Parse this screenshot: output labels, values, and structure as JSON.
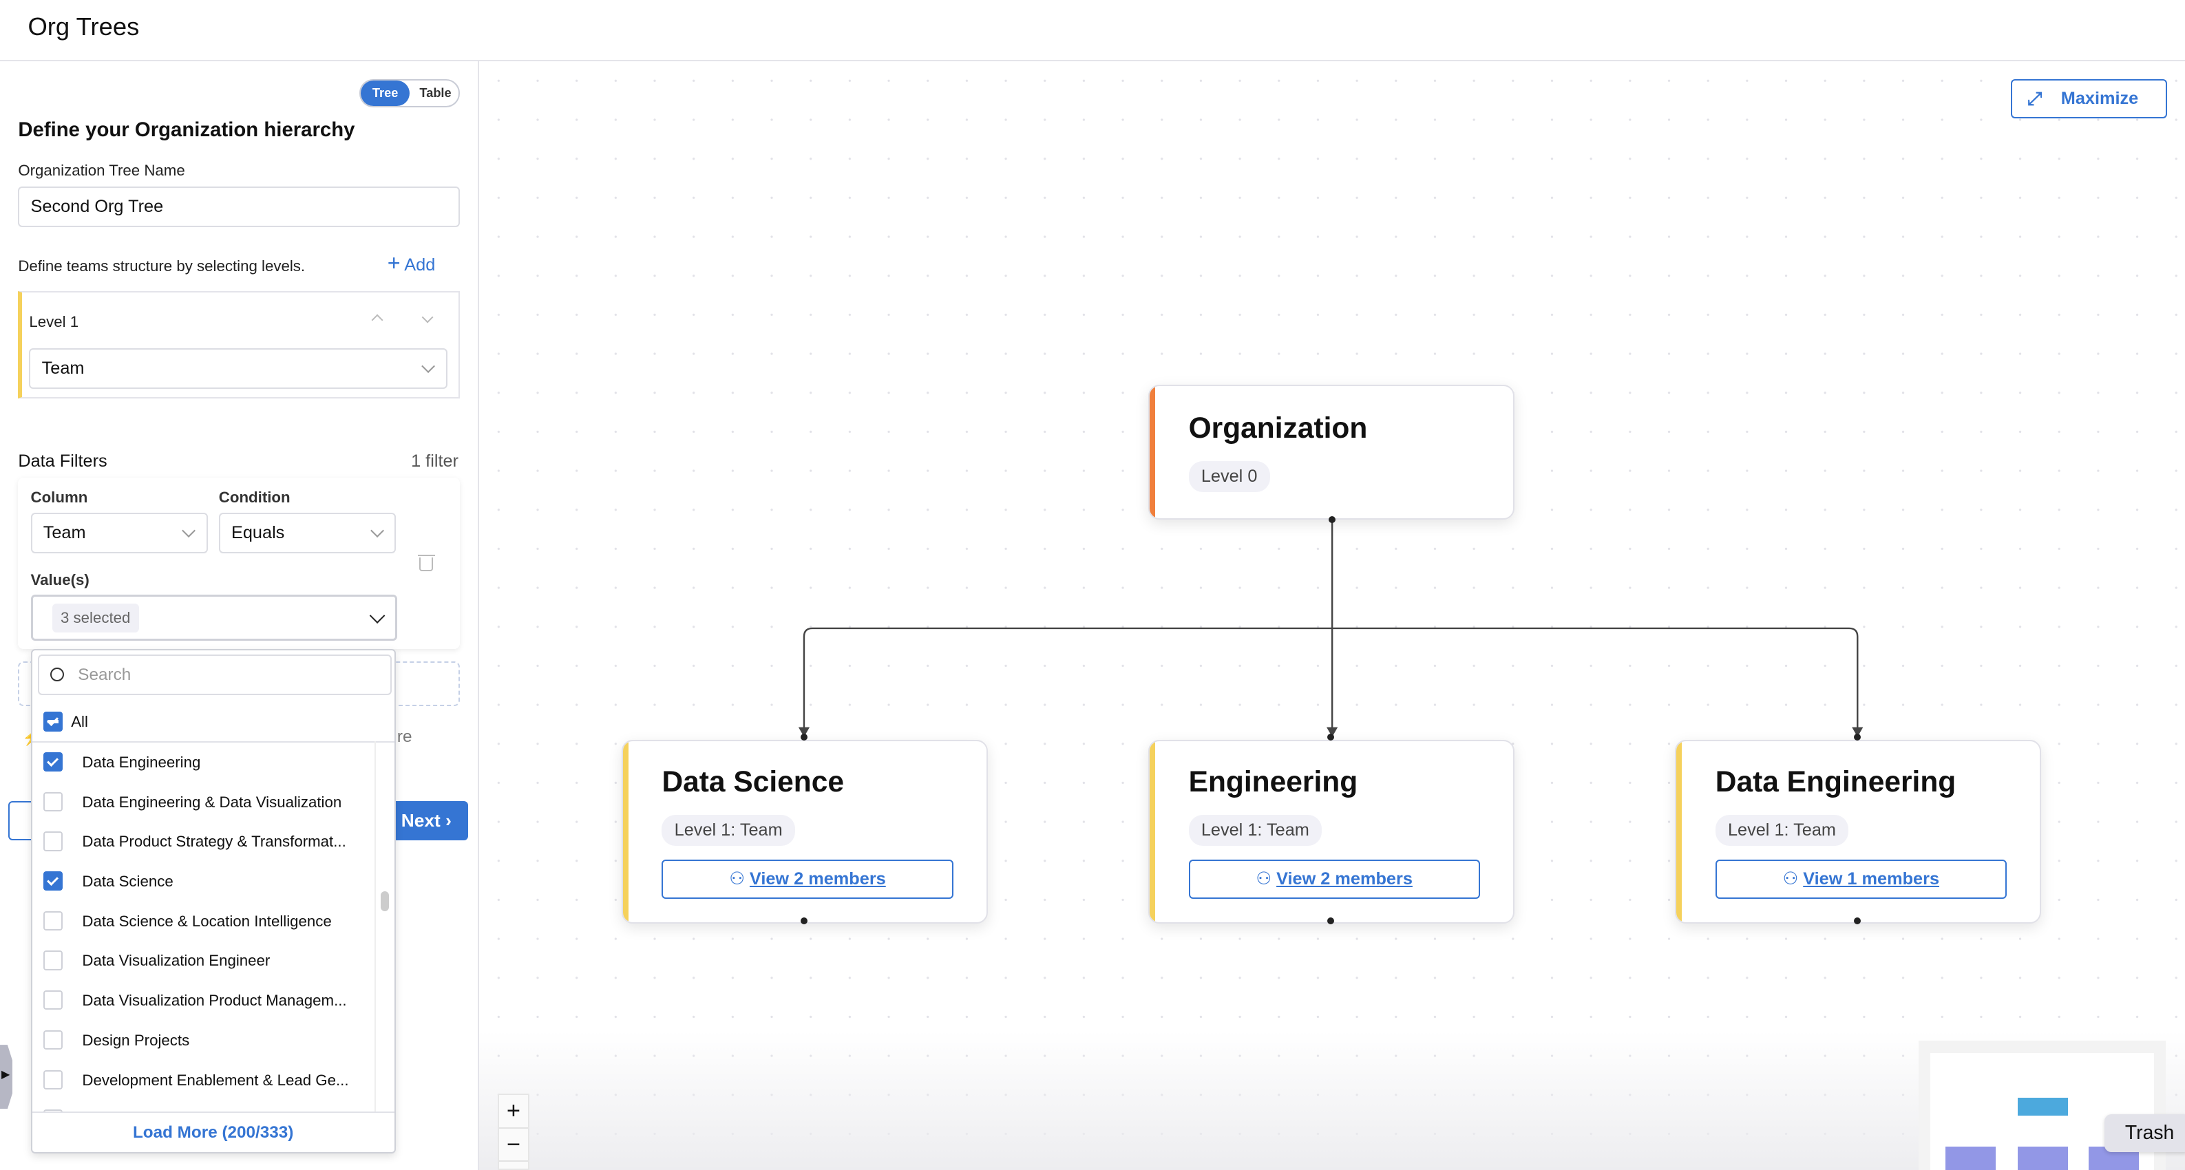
{
  "app": {
    "title": "Org Trees"
  },
  "panel": {
    "view_toggle": {
      "options": [
        "Tree",
        "Table"
      ],
      "selected": "Tree"
    },
    "heading": "Define your Organization hierarchy",
    "tree_name_label": "Organization Tree Name",
    "tree_name_value": "Second Org Tree",
    "levels_hint": "Define teams structure by selecting levels.",
    "add_label": "Add",
    "levels": [
      {
        "label": "Level 1",
        "value": "Team"
      }
    ],
    "filters_title": "Data Filters",
    "filters_count": "1 filter",
    "filter": {
      "column_label": "Column",
      "column_value": "Team",
      "condition_label": "Condition",
      "condition_value": "Equals",
      "values_label": "Value(s)",
      "values_chip": "3 selected"
    },
    "partial_text": "re",
    "next_label": "Next"
  },
  "dropdown": {
    "search_placeholder": "Search",
    "all_label": "All",
    "items": [
      {
        "label": "Data Engineering",
        "checked": true
      },
      {
        "label": "Data Engineering & Data Visualization",
        "checked": false
      },
      {
        "label": "Data Product Strategy & Transformat...",
        "checked": false
      },
      {
        "label": "Data Science",
        "checked": true
      },
      {
        "label": "Data Science & Location Intelligence",
        "checked": false
      },
      {
        "label": "Data Visualization Engineer",
        "checked": false
      },
      {
        "label": "Data Visualization Product Managem...",
        "checked": false
      },
      {
        "label": "Design Projects",
        "checked": false
      },
      {
        "label": "Development Enablement & Lead Ge...",
        "checked": false
      }
    ],
    "load_more": "Load More (200/333)"
  },
  "canvas": {
    "maximize_label": "Maximize",
    "root": {
      "title": "Organization",
      "level": "Level 0",
      "color": "#f07f3c"
    },
    "children": [
      {
        "title": "Data Science",
        "level": "Level 1: Team",
        "members": "View 2 members",
        "color": "#f5d15c"
      },
      {
        "title": "Engineering",
        "level": "Level 1: Team",
        "members": "View 2 members",
        "color": "#f5d15c"
      },
      {
        "title": "Data Engineering",
        "level": "Level 1: Team",
        "members": "View 1 members",
        "color": "#f5d15c"
      }
    ],
    "zoom_in": "+",
    "zoom_out": "−",
    "tooltip": "Trash"
  }
}
